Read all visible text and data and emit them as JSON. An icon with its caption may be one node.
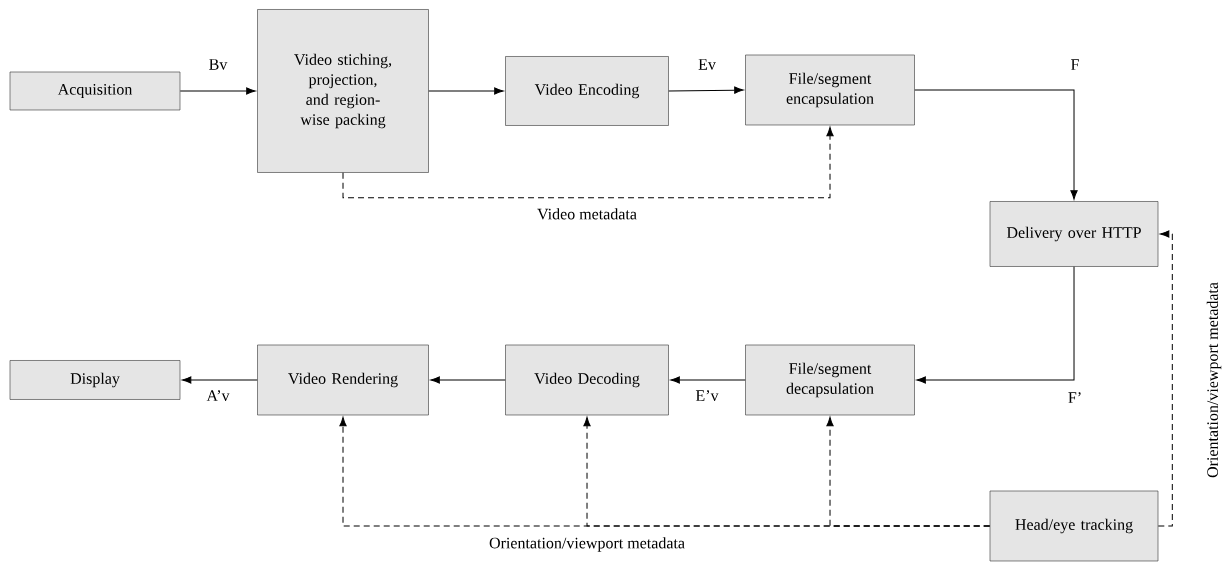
{
  "diagram": {
    "nodes": [
      {
        "text": [
          "Acquisition"
        ]
      },
      {
        "text": [
          "Video stiching, projection, and region-wise packing"
        ]
      },
      {
        "text": [
          "Video Encoding"
        ]
      },
      {
        "text": [
          "File/segment encapsulation"
        ]
      },
      {
        "text": [
          "Delivery over HTTP"
        ]
      },
      {
        "text": [
          "File/segment decapsulation"
        ]
      },
      {
        "text": [
          "Video Decoding"
        ]
      },
      {
        "text": [
          "Video Rendering"
        ]
      },
      {
        "text": [
          "Display"
        ]
      },
      {
        "text": [
          "Head/eye tracking"
        ]
      }
    ],
    "edges": [
      {
        "from": 0,
        "to": 1,
        "arrow": "to",
        "label": "Bv"
      },
      {
        "from": 1,
        "to": 2,
        "arrow": "to"
      },
      {
        "from": 2,
        "to": 3,
        "arrow": "to",
        "label": "Ev"
      },
      {
        "from": 3,
        "to": 4,
        "arrow": "to",
        "label": "F"
      },
      {
        "from": 4,
        "to": 5,
        "arrow": "to",
        "label": "F’"
      },
      {
        "from": 5,
        "to": 6,
        "arrow": "to",
        "label": "E’v"
      },
      {
        "from": 6,
        "to": 7,
        "arrow": "to"
      },
      {
        "from": 7,
        "to": 8,
        "arrow": "to",
        "label": "A’v"
      },
      {
        "from": 1,
        "to": 3,
        "arrow": "to",
        "style": "dashed",
        "label": "Video metadata"
      },
      {
        "from": 9,
        "to": 5,
        "arrow": "to",
        "style": "dashed"
      },
      {
        "from": 9,
        "to": 6,
        "arrow": "to",
        "style": "dashed"
      },
      {
        "from": 9,
        "to": 7,
        "arrow": "to",
        "style": "dashed",
        "label": "Orientation/viewport metadata"
      },
      {
        "from": 9,
        "to": 4,
        "arrow": "to",
        "style": "dashed",
        "label": "Orientation/viewport metadata"
      }
    ]
  }
}
